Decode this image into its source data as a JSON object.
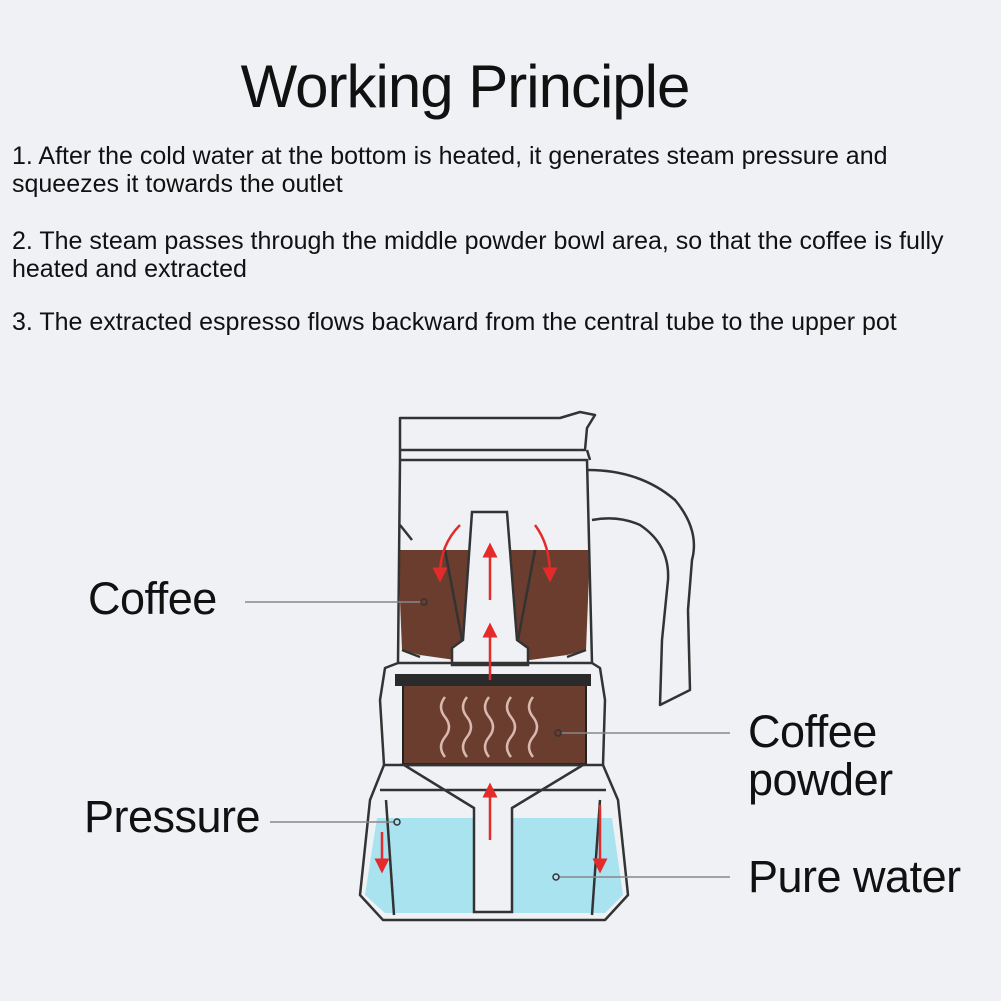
{
  "title": "Working Principle",
  "steps": [
    "1. After the cold water at the bottom is heated, it generates steam pressure and squeezes it towards the outlet",
    "2. The steam passes through the middle powder bowl area, so that the coffee is fully heated and extracted",
    "3. The extracted espresso flows backward from the central tube to the upper pot"
  ],
  "labels": {
    "coffee": "Coffee",
    "coffee_powder": "Coffee powder",
    "pressure": "Pressure",
    "pure_water": "Pure water"
  },
  "colors": {
    "background": "#eff1f4",
    "coffee": "#6b3d2e",
    "water": "#a9e3f0",
    "arrow": "#e42b2b",
    "outline": "#333333"
  }
}
